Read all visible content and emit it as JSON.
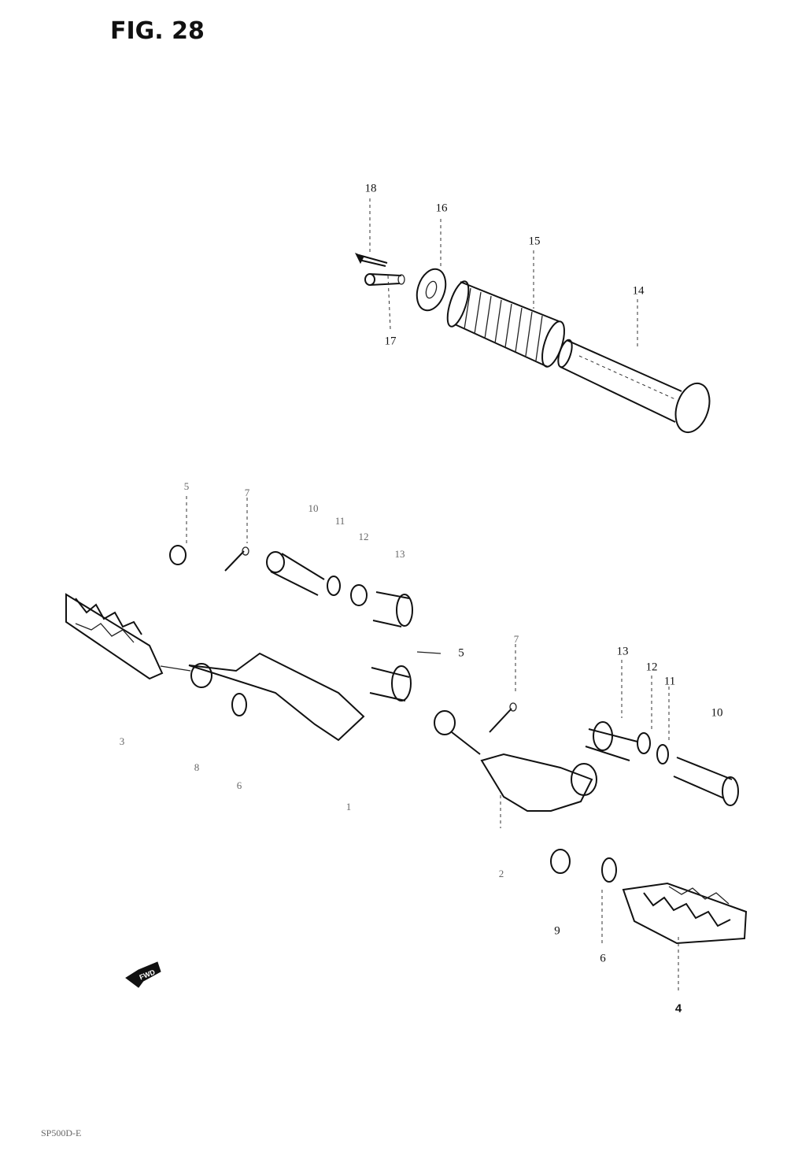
{
  "figure": {
    "title": "FIG. 28",
    "code": "SP500D-E"
  },
  "labels": {
    "n18": "18",
    "n16": "16",
    "n15": "15",
    "n14": "14",
    "n17": "17",
    "n5a": "5",
    "n7a": "7",
    "n10a": "10",
    "n11a": "11",
    "n12a": "12",
    "n13a": "13",
    "n5b": "5",
    "n7b": "7",
    "n13b": "13",
    "n12b": "12",
    "n11b": "11",
    "n10b": "10",
    "n3": "3",
    "n8": "8",
    "n6a": "6",
    "n1": "1",
    "n2": "2",
    "n9": "9",
    "n6b": "6",
    "n4": "4"
  },
  "fwd_arrow": {
    "icon": "fwd-arrow-icon",
    "text": "FWD"
  }
}
